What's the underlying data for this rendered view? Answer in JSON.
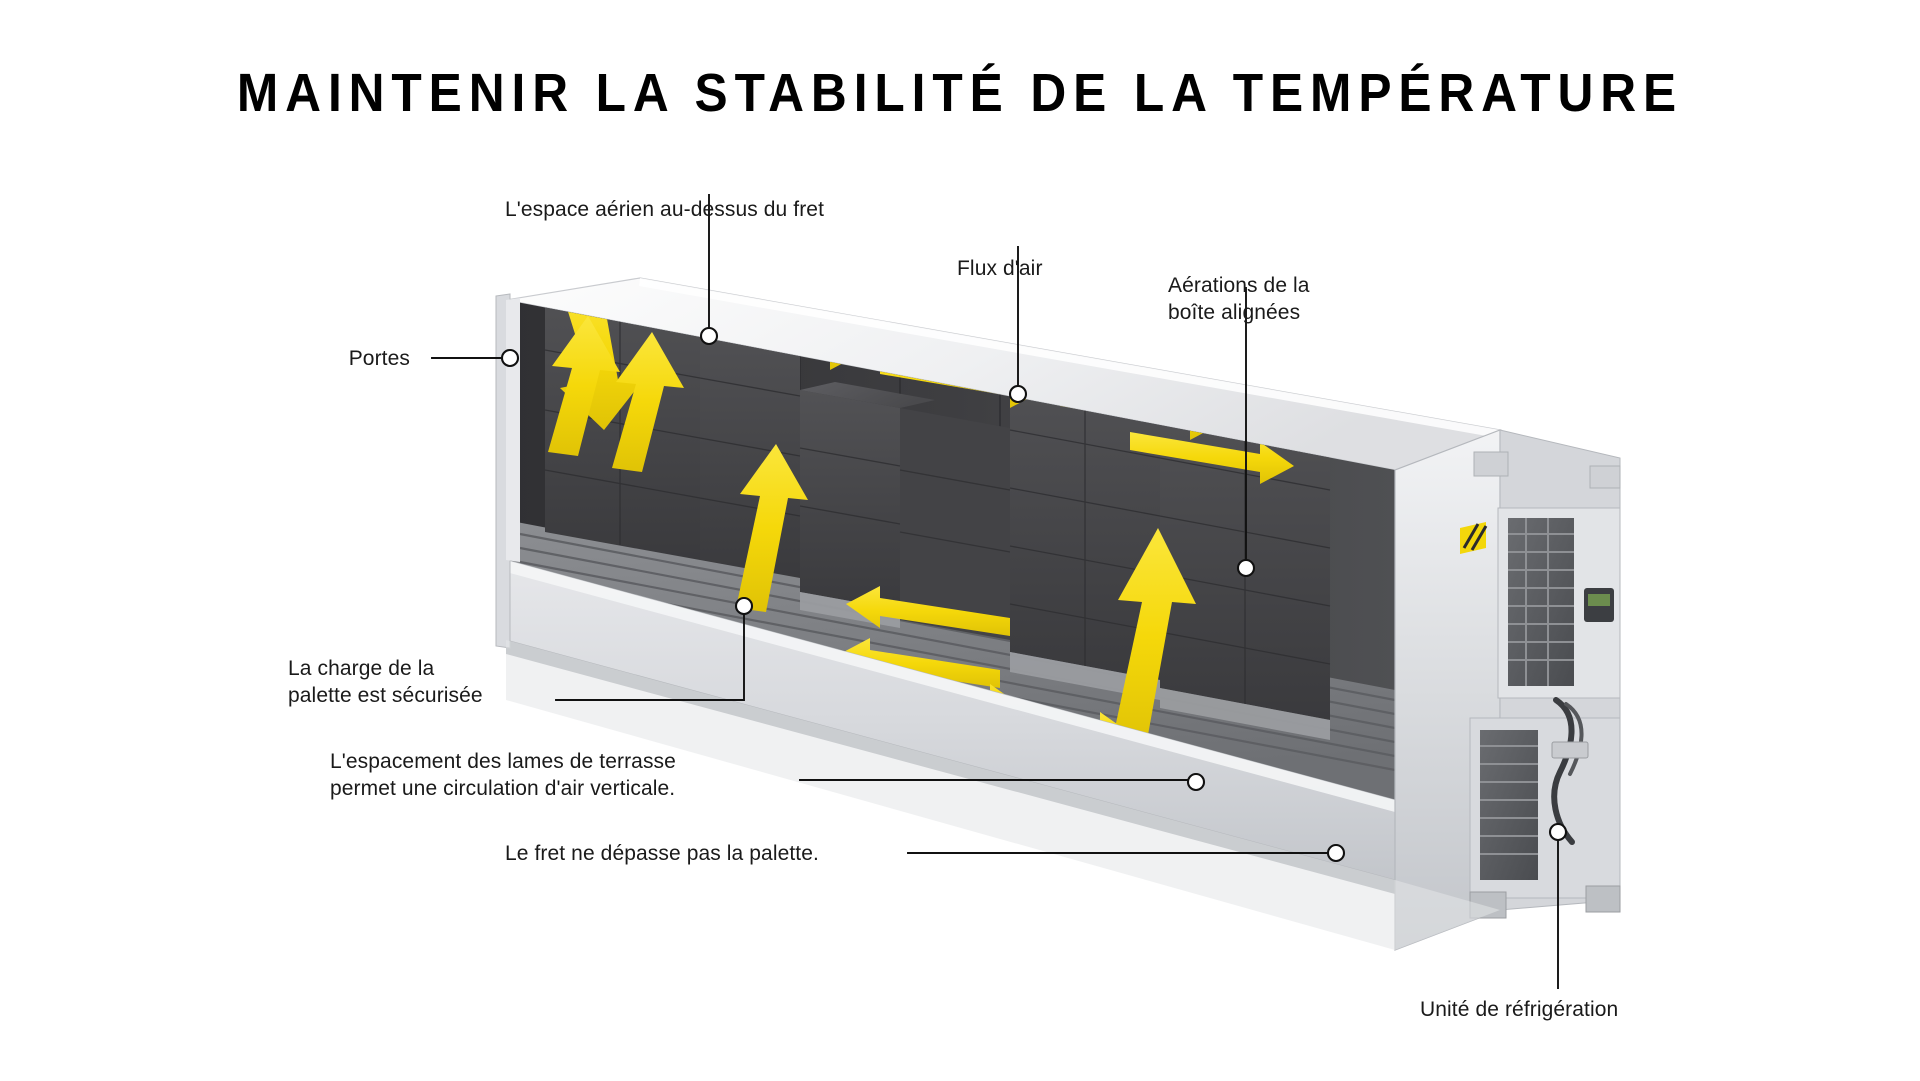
{
  "title": "MAINTENIR LA STABILITÉ DE LA TEMPÉRATURE",
  "colors": {
    "arrow_yellow": "#F5D80A",
    "cargo_dark": "#4A4A4C",
    "container_light": "#E9EAEC",
    "container_shadow": "#BFC2C6",
    "line_black": "#111111",
    "dot_fill": "#FFFFFF",
    "background": "#FFFFFF"
  },
  "callouts": [
    {
      "id": "air-space",
      "label": "L'espace aérien au-dessus du fret",
      "align": "left"
    },
    {
      "id": "airflow",
      "label": "Flux d'air",
      "align": "left"
    },
    {
      "id": "box-vents",
      "label": "Aérations de la\nboîte alignées",
      "align": "left"
    },
    {
      "id": "doors",
      "label": "Portes",
      "align": "right"
    },
    {
      "id": "pallet-load",
      "label": "La charge de la\npalette est sécurisée",
      "align": "left"
    },
    {
      "id": "decking-spacing",
      "label": "L'espacement des lames de terrasse\npermet une circulation d'air verticale.",
      "align": "left"
    },
    {
      "id": "cargo-within-pallet",
      "label": "Le fret ne dépasse pas la palette.",
      "align": "left"
    },
    {
      "id": "refrigeration-unit",
      "label": "Unité de réfrigération",
      "align": "left"
    }
  ],
  "diagram": {
    "subject": "refrigerated-shipping-container-cutaway",
    "airflow_arrow_count": 14
  }
}
